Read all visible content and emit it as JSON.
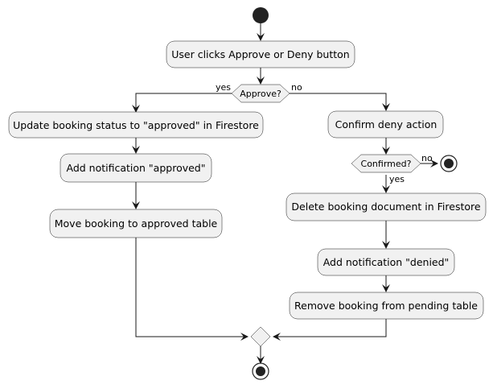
{
  "activities": {
    "click": "User clicks Approve or Deny button",
    "update_status": "Update booking status to \"approved\" in Firestore",
    "notify_approved": "Add notification \"approved\"",
    "move_approved": "Move booking to approved table",
    "confirm_deny": "Confirm deny action",
    "delete_doc": "Delete booking document in Firestore",
    "notify_denied": "Add notification \"denied\"",
    "remove_pending": "Remove booking from pending table"
  },
  "decisions": {
    "approve": "Approve?",
    "confirmed": "Confirmed?"
  },
  "labels": {
    "approve_yes": "yes",
    "approve_no": "no",
    "confirmed_no": "no",
    "confirmed_yes": "yes"
  }
}
